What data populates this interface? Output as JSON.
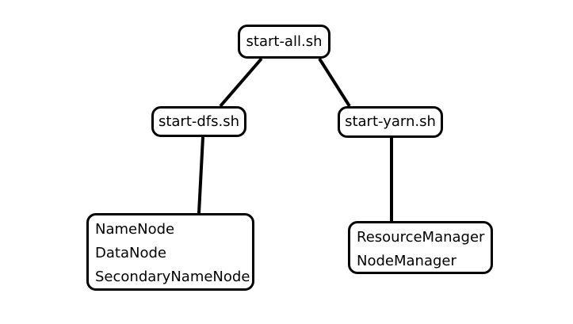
{
  "diagram": {
    "colors": {
      "stroke": "#000000",
      "fill": "#ffffff",
      "text": "#000000"
    },
    "nodes": {
      "start_all": {
        "label": "start-all.sh"
      },
      "start_dfs": {
        "label": "start-dfs.sh"
      },
      "start_yarn": {
        "label": "start-yarn.sh"
      },
      "hdfs_daemons": {
        "lines": [
          "NameNode",
          "DataNode",
          "SecondaryNameNode"
        ]
      },
      "yarn_daemons": {
        "lines": [
          "ResourceManager",
          "NodeManager"
        ]
      }
    },
    "edges": [
      {
        "from": "start_all",
        "to": "start_dfs"
      },
      {
        "from": "start_all",
        "to": "start_yarn"
      },
      {
        "from": "start_dfs",
        "to": "hdfs_daemons"
      },
      {
        "from": "start_yarn",
        "to": "yarn_daemons"
      }
    ]
  }
}
